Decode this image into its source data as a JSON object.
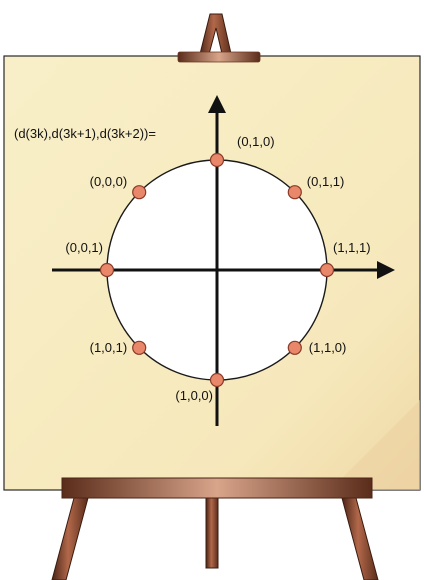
{
  "diagram": {
    "caption": "(d(3k),d(3k+1),d(3k+2))=",
    "points": [
      {
        "angle_deg": 90,
        "label": "(0,1,0)"
      },
      {
        "angle_deg": 45,
        "label": "(0,1,1)"
      },
      {
        "angle_deg": 0,
        "label": "(1,1,1)"
      },
      {
        "angle_deg": -45,
        "label": "(1,1,0)"
      },
      {
        "angle_deg": -90,
        "label": "(1,0,0)"
      },
      {
        "angle_deg": -135,
        "label": "(1,0,1)"
      },
      {
        "angle_deg": 180,
        "label": "(0,0,1)"
      },
      {
        "angle_deg": 135,
        "label": "(0,0,0)"
      }
    ]
  },
  "colors": {
    "board": "#f7ecc0",
    "board_edge": "#2a2a2a",
    "easel_wood": "#8a4a30",
    "easel_dark": "#4a2416",
    "circle_fill": "#ffffff",
    "circle_stroke": "#1a1a1a",
    "axis": "#111111",
    "point_fill": "#e8876a",
    "point_stroke": "#8a3a28"
  }
}
